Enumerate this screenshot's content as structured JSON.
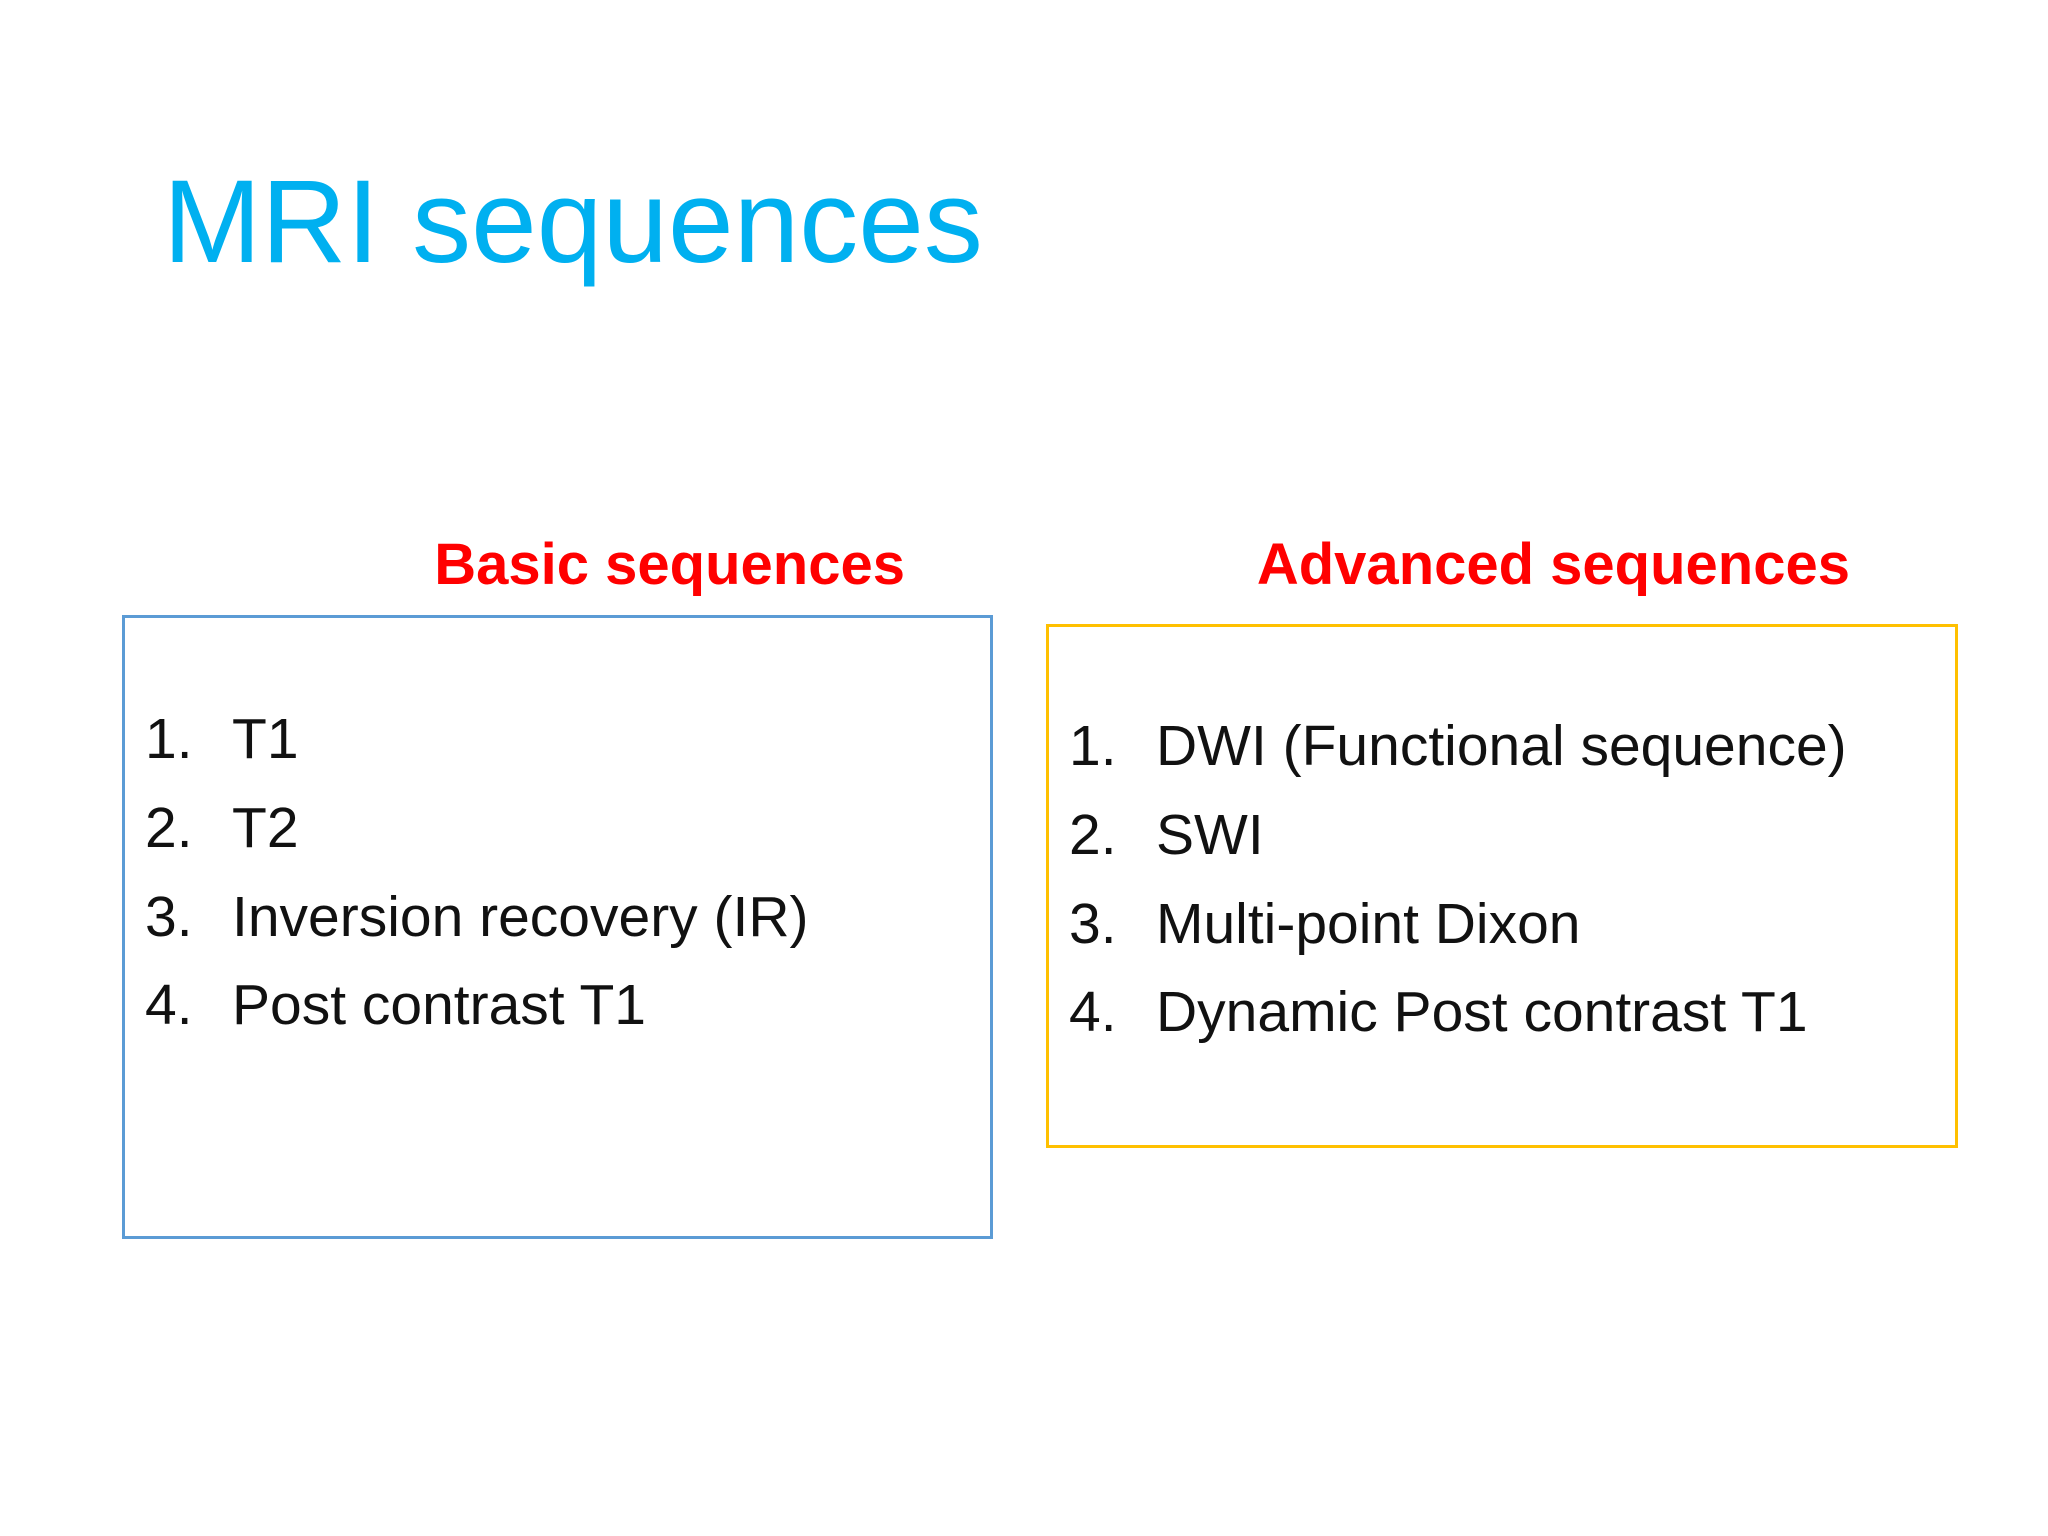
{
  "slide": {
    "title": "MRI sequences"
  },
  "basic": {
    "heading": "Basic sequences",
    "items": [
      {
        "num": "1.",
        "text": "T1"
      },
      {
        "num": "2.",
        "text": "T2"
      },
      {
        "num": "3.",
        "text": "Inversion recovery (IR)"
      },
      {
        "num": "4.",
        "text": "Post contrast T1"
      }
    ]
  },
  "advanced": {
    "heading": "Advanced sequences",
    "items": [
      {
        "num": "1.",
        "text": "DWI (Functional sequence)"
      },
      {
        "num": "2.",
        "text": "SWI"
      },
      {
        "num": "3.",
        "text": "Multi-point Dixon"
      },
      {
        "num": "4.",
        "text": "Dynamic Post contrast T1"
      }
    ]
  },
  "colors": {
    "title": "#00b0f0",
    "heading": "#ff0000",
    "basic_border": "#5b9bd5",
    "advanced_border": "#ffc000"
  }
}
